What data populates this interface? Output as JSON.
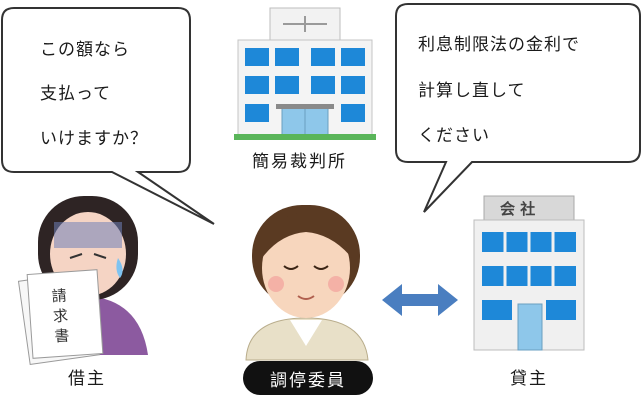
{
  "bubbles": {
    "borrower": {
      "lines": [
        "この額なら",
        "支払って",
        "いけますか？"
      ]
    },
    "lender": {
      "lines": [
        "利息制限法の金利で",
        "計算し直して",
        "ください"
      ]
    }
  },
  "labels": {
    "court": "簡易裁判所",
    "borrower": "借主",
    "mediator": "調停委員",
    "lender": "貸主",
    "company_sign": "会 社",
    "claim_paper": "請\n求\n書"
  },
  "colors": {
    "badge_bg": "#111111",
    "arrow": "#4a7ec0",
    "building_blue": "#1e88d8",
    "mediator_jacket": "#e8e0c8"
  },
  "icons": [
    "court-building-icon",
    "borrower-person-icon",
    "mediator-person-icon",
    "company-building-icon",
    "double-arrow-icon"
  ]
}
